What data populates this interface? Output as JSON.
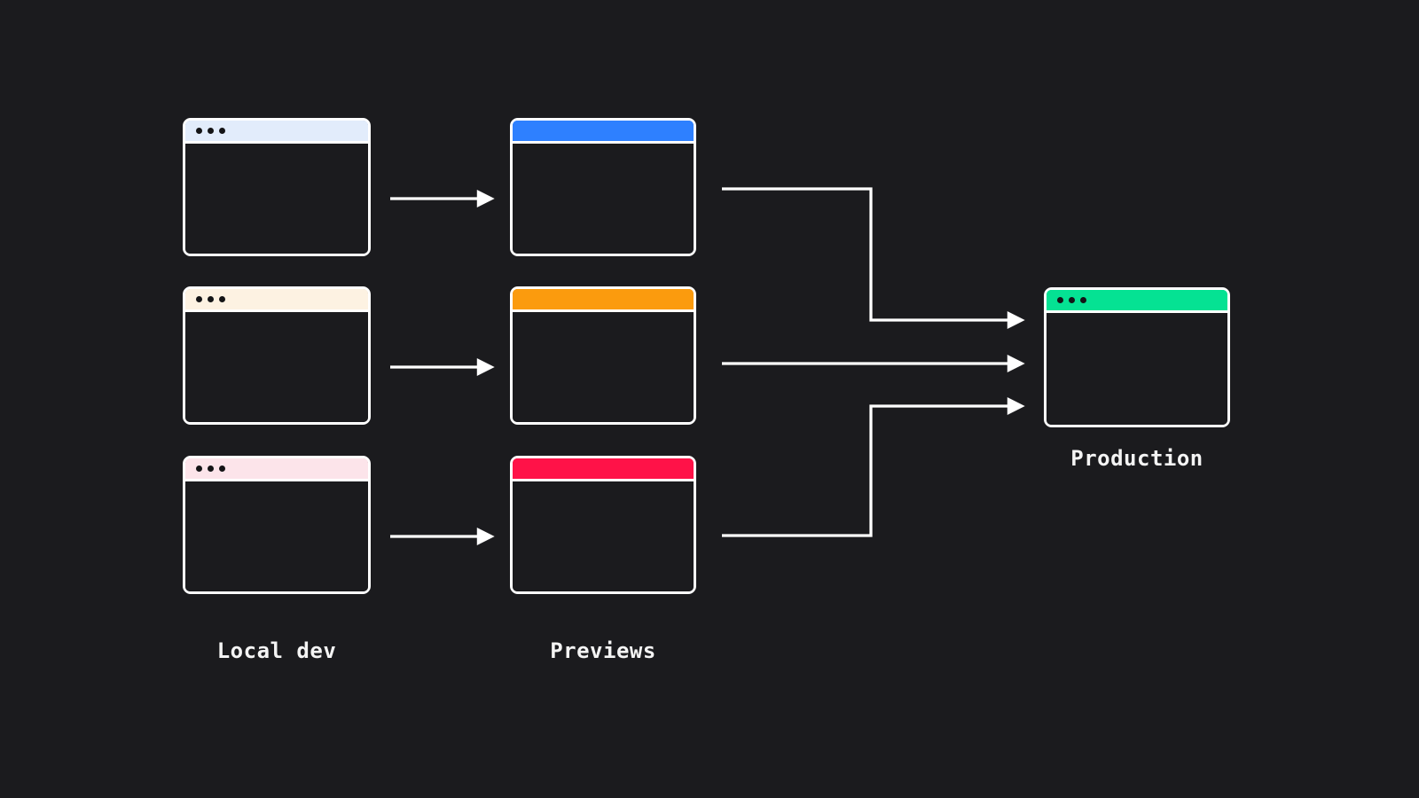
{
  "canvas": {
    "background": "#1b1b1e",
    "line_color": "#ffffff",
    "window_border_color": "#ffffff",
    "dot_color": "#141416"
  },
  "stages": {
    "local_dev": {
      "label": "Local dev",
      "windows": [
        {
          "id": "local-1",
          "titlebar_color": "#e2ecfb",
          "traffic_dots": 3
        },
        {
          "id": "local-2",
          "titlebar_color": "#fdf2e2",
          "traffic_dots": 3
        },
        {
          "id": "local-3",
          "titlebar_color": "#fce4ea",
          "traffic_dots": 3
        }
      ]
    },
    "previews": {
      "label": "Previews",
      "windows": [
        {
          "id": "preview-1",
          "titlebar_color": "#2e80ff",
          "traffic_dots": 0
        },
        {
          "id": "preview-2",
          "titlebar_color": "#fb9b0e",
          "traffic_dots": 0
        },
        {
          "id": "preview-3",
          "titlebar_color": "#ff1248",
          "traffic_dots": 0
        }
      ]
    },
    "production": {
      "label": "Production",
      "windows": [
        {
          "id": "production-1",
          "titlebar_color": "#05e293",
          "traffic_dots": 3
        }
      ]
    }
  },
  "flows": [
    {
      "from": "local-1",
      "to": "preview-1",
      "shape": "straight"
    },
    {
      "from": "local-2",
      "to": "preview-2",
      "shape": "straight"
    },
    {
      "from": "local-3",
      "to": "preview-3",
      "shape": "straight"
    },
    {
      "from": "preview-1",
      "to": "production-1",
      "shape": "elbow-down"
    },
    {
      "from": "preview-2",
      "to": "production-1",
      "shape": "straight"
    },
    {
      "from": "preview-3",
      "to": "production-1",
      "shape": "elbow-up"
    }
  ]
}
